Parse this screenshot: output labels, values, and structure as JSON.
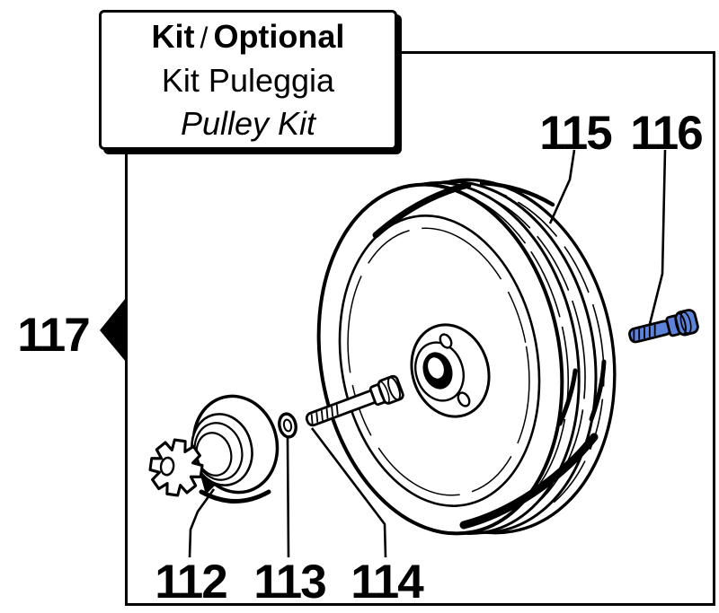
{
  "kit_box": {
    "title_left": "Kit",
    "title_sep": "/",
    "title_right": "Optional",
    "subtitle_italian": "Kit Puleggia",
    "subtitle_english": "Pulley Kit"
  },
  "labels": {
    "p112": "112",
    "p113": "113",
    "p114": "114",
    "p115": "115",
    "p116": "116",
    "p117": "117"
  },
  "parts_legend": {
    "p112_part": "splined-coupling-drum",
    "p113_part": "washer",
    "p114_part": "socket-head-bolt",
    "p115_part": "grooved-pulley-wheel",
    "p116_part": "bolt-highlighted-blue",
    "p117_part": "pulley-kit-assembly"
  },
  "colors": {
    "bolt_blue": "#5c82da",
    "outline": "#000000",
    "background": "#ffffff"
  }
}
